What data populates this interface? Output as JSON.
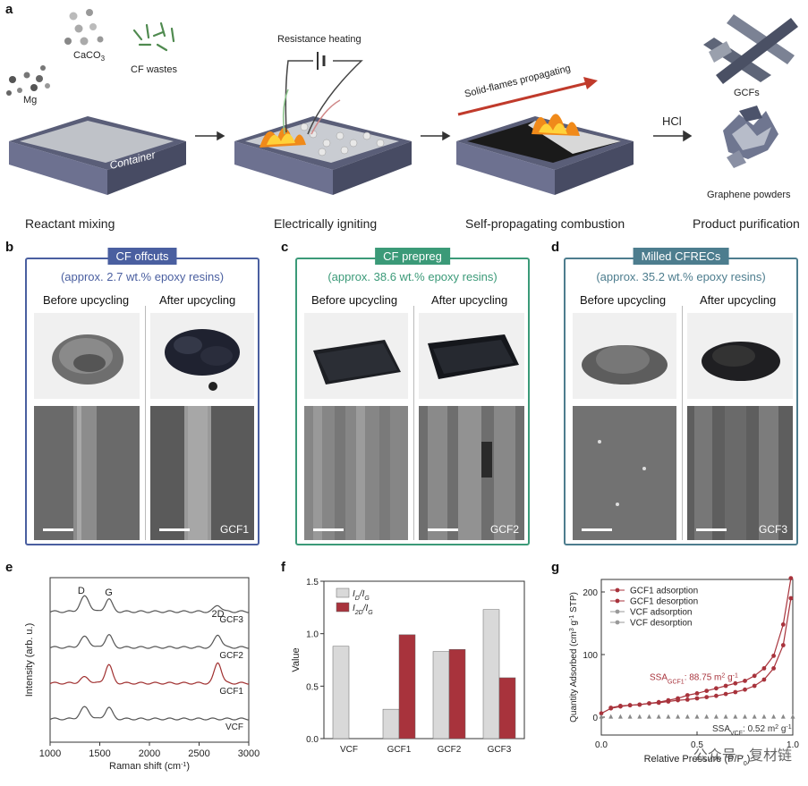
{
  "panel_a": {
    "label": "a",
    "mg": "Mg",
    "caco3": "CaCO",
    "caco3_sub": "3",
    "cf_wastes": "CF wastes",
    "container": "Container",
    "resistance": "Resistance heating",
    "solid_flames": "Solid-flames propagating",
    "hcl": "HCl",
    "gcfs": "GCFs",
    "graphene": "Graphene powders",
    "steps": [
      "Reactant mixing",
      "Electrically igniting",
      "Self-propagating combustion",
      "Product purification"
    ]
  },
  "panels_bcd": [
    {
      "label": "b",
      "title": "CF offcuts",
      "subtitle": "(approx. 2.7 wt.% epoxy resins)",
      "before": "Before upcycling",
      "after": "After upcycling",
      "sem_label": "GCF1",
      "color": "#4a5fa0"
    },
    {
      "label": "c",
      "title": "CF prepreg",
      "subtitle": "(approx. 38.6 wt.% epoxy resins)",
      "before": "Before upcycling",
      "after": "After upcycling",
      "sem_label": "GCF2",
      "color": "#3b9a78"
    },
    {
      "label": "d",
      "title": "Milled CFRECs",
      "subtitle": "(approx. 35.2 wt.% epoxy resins)",
      "before": "Before upcycling",
      "after": "After upcycling",
      "sem_label": "GCF3",
      "color": "#4d7d8e"
    }
  ],
  "chart_data": [
    {
      "label": "e",
      "type": "line",
      "xlabel": "Raman shift (cm",
      "xlabel_sup": "-1",
      "xlabel_end": ")",
      "ylabel": "Intensity (arb. u.)",
      "xlim": [
        1000,
        3000
      ],
      "xticks": [
        "1000",
        "1500",
        "2000",
        "2500",
        "3000"
      ],
      "peaks": [
        "D",
        "G",
        "2D"
      ],
      "series": [
        {
          "name": "GCF3",
          "color": "#555555",
          "offset": 3,
          "d": 0.65,
          "g": 0.55,
          "p2d": 0.28
        },
        {
          "name": "GCF2",
          "color": "#555555",
          "offset": 2,
          "d": 0.45,
          "g": 0.55,
          "p2d": 0.55
        },
        {
          "name": "GCF1",
          "color": "#a03030",
          "offset": 1,
          "d": 0.25,
          "g": 0.8,
          "p2d": 0.9
        },
        {
          "name": "VCF",
          "color": "#555555",
          "offset": 0,
          "d": 0.5,
          "g": 0.5,
          "p2d": 0.0
        }
      ]
    },
    {
      "label": "f",
      "type": "bar",
      "ylabel": "Value",
      "ylim": [
        0,
        1.5
      ],
      "yticks": [
        "0.0",
        "0.5",
        "1.0",
        "1.5"
      ],
      "categories": [
        "VCF",
        "GCF1",
        "GCF2",
        "GCF3"
      ],
      "series": [
        {
          "name": "I",
          "sub": "D",
          "mid": "/I",
          "sub2": "G",
          "color": "#d9d9d9",
          "values": [
            0.88,
            0.28,
            0.83,
            1.23
          ]
        },
        {
          "name": "I",
          "sub": "2D",
          "mid": "/I",
          "sub2": "G",
          "color": "#a8333c",
          "values": [
            0.0,
            0.99,
            0.85,
            0.58
          ]
        }
      ]
    },
    {
      "label": "g",
      "type": "scatter",
      "xlabel": "Relative Pressure (P/P",
      "xlabel_sub": "0",
      "xlabel_end": ")",
      "ylabel": "Quantity Adsorbed (cm",
      "ylabel_sup": "3",
      "ylabel_mid": "g",
      "ylabel_sup2": "-1",
      "ylabel_end": "STP)",
      "xlim": [
        0,
        1.0
      ],
      "ylim": [
        0,
        220
      ],
      "xticks": [
        "0.0",
        "0.5",
        "1.0"
      ],
      "yticks": [
        "0",
        "100",
        "200"
      ],
      "legend": [
        "GCF1 adsorption",
        "GCF1 desorption",
        "VCF adsorption",
        "VCF desorption"
      ],
      "ssa_gcf": "SSA",
      "ssa_gcf_sub": "GCF1",
      "ssa_gcf_val": ": 88.75 m",
      "ssa_gcf_unit": "2",
      "ssa_gcf_end": "g",
      "ssa_gcf_unit2": "-1",
      "ssa_vcf": "SSA",
      "ssa_vcf_sub": "VCF",
      "ssa_vcf_val": ": 0.52 m",
      "ssa_vcf_unit": "2",
      "ssa_vcf_end": "g",
      "ssa_vcf_unit2": "-1",
      "gcf1_adsorption": [
        [
          0.0,
          6
        ],
        [
          0.05,
          14
        ],
        [
          0.1,
          17
        ],
        [
          0.15,
          19
        ],
        [
          0.2,
          20
        ],
        [
          0.25,
          22
        ],
        [
          0.3,
          23
        ],
        [
          0.35,
          25
        ],
        [
          0.4,
          27
        ],
        [
          0.45,
          28
        ],
        [
          0.5,
          30
        ],
        [
          0.55,
          32
        ],
        [
          0.6,
          34
        ],
        [
          0.65,
          37
        ],
        [
          0.7,
          40
        ],
        [
          0.75,
          44
        ],
        [
          0.8,
          50
        ],
        [
          0.85,
          60
        ],
        [
          0.9,
          78
        ],
        [
          0.95,
          115
        ],
        [
          0.99,
          190
        ]
      ],
      "gcf1_desorption": [
        [
          0.99,
          222
        ],
        [
          0.95,
          148
        ],
        [
          0.9,
          98
        ],
        [
          0.85,
          78
        ],
        [
          0.8,
          66
        ],
        [
          0.75,
          58
        ],
        [
          0.7,
          54
        ],
        [
          0.65,
          50
        ],
        [
          0.6,
          46
        ],
        [
          0.55,
          42
        ],
        [
          0.5,
          38
        ],
        [
          0.45,
          35
        ],
        [
          0.4,
          30
        ],
        [
          0.35,
          27
        ],
        [
          0.3,
          24
        ],
        [
          0.25,
          22
        ],
        [
          0.2,
          20
        ],
        [
          0.15,
          19
        ],
        [
          0.1,
          18
        ],
        [
          0.05,
          15
        ]
      ]
    }
  ],
  "watermark": "公众号 · 复材链"
}
